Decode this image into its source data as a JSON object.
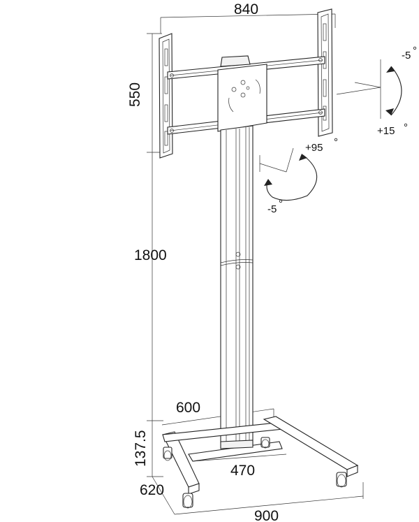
{
  "dimensions": {
    "width_top": "840",
    "height_panel": "550",
    "height_total": "1800",
    "base_inner": "600",
    "base_height": "137.5",
    "base_depth_inner": "470",
    "base_depth": "620",
    "base_width": "900"
  },
  "tilt": {
    "up": "-5",
    "down": "+15",
    "degree_symbol": "°"
  },
  "rotation": {
    "forward": "+95",
    "back": "-5",
    "degree_symbol": "°"
  }
}
